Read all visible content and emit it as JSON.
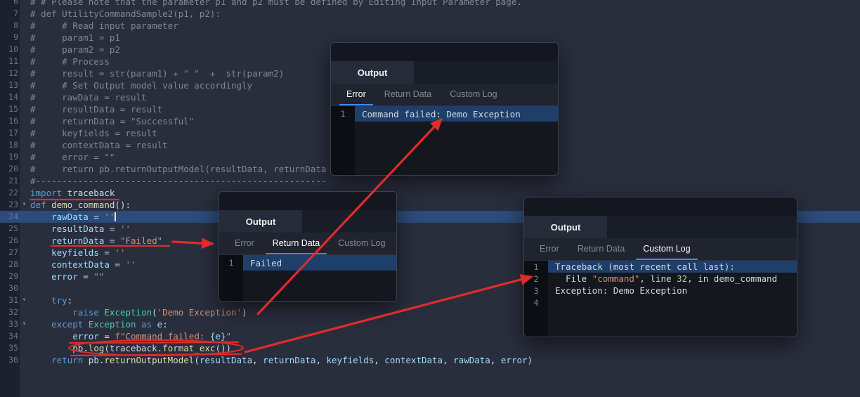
{
  "colors": {
    "annotation_red": "#e02b2b",
    "active_tab_underline": "#3f8cff",
    "current_line_highlight": "#2b4b7a",
    "selected_row_highlight": "#1f3f6b"
  },
  "editor": {
    "lines": [
      {
        "num": 6,
        "tokens": [
          {
            "t": "# # Please note that the parameter p1 and p2 must be defined by Editing Input Parameter page.",
            "c": "com"
          }
        ]
      },
      {
        "num": 7,
        "tokens": [
          {
            "t": "# def UtilityCommandSample2(p1, p2):",
            "c": "com"
          }
        ]
      },
      {
        "num": 8,
        "tokens": [
          {
            "t": "#     # Read input parameter",
            "c": "com"
          }
        ]
      },
      {
        "num": 9,
        "tokens": [
          {
            "t": "#     param1 = p1",
            "c": "com"
          }
        ]
      },
      {
        "num": 10,
        "tokens": [
          {
            "t": "#     param2 = p2",
            "c": "com"
          }
        ]
      },
      {
        "num": 11,
        "tokens": [
          {
            "t": "#     # Process",
            "c": "com"
          }
        ]
      },
      {
        "num": 12,
        "tokens": [
          {
            "t": "#     result = str(param1) + \" \"  +  str(param2)",
            "c": "com"
          }
        ]
      },
      {
        "num": 13,
        "tokens": [
          {
            "t": "#     # Set Output model value accordingly",
            "c": "com"
          }
        ]
      },
      {
        "num": 14,
        "tokens": [
          {
            "t": "#     rawData = result",
            "c": "com"
          }
        ]
      },
      {
        "num": 15,
        "tokens": [
          {
            "t": "#     resultData = result",
            "c": "com"
          }
        ]
      },
      {
        "num": 16,
        "tokens": [
          {
            "t": "#     returnData = \"Successful\"",
            "c": "com"
          }
        ]
      },
      {
        "num": 17,
        "tokens": [
          {
            "t": "#     keyfields = result",
            "c": "com"
          }
        ]
      },
      {
        "num": 18,
        "tokens": [
          {
            "t": "#     contextData = result",
            "c": "com"
          }
        ]
      },
      {
        "num": 19,
        "tokens": [
          {
            "t": "#     error = \"\"",
            "c": "com"
          }
        ]
      },
      {
        "num": 20,
        "tokens": [
          {
            "t": "#     return pb.returnOutputModel(resultData, returnData",
            "c": "com"
          }
        ]
      },
      {
        "num": 21,
        "tokens": [
          {
            "t": "#-------------------------------------------------------",
            "c": "com"
          }
        ]
      },
      {
        "num": 22,
        "tokens": [
          {
            "t": "import",
            "c": "kw"
          },
          {
            "t": " traceback",
            "c": "p"
          }
        ]
      },
      {
        "num": 23,
        "fold": true,
        "tokens": [
          {
            "t": "def",
            "c": "kw"
          },
          {
            "t": " ",
            "c": "p"
          },
          {
            "t": "demo_command",
            "c": "fn"
          },
          {
            "t": "():",
            "c": "p"
          }
        ]
      },
      {
        "num": 24,
        "current": true,
        "cursor": true,
        "tokens": [
          {
            "t": "    ",
            "c": "p"
          },
          {
            "t": "rawData",
            "c": "var"
          },
          {
            "t": " = ",
            "c": "p"
          },
          {
            "t": "''",
            "c": "str"
          }
        ]
      },
      {
        "num": 25,
        "tokens": [
          {
            "t": "    ",
            "c": "p"
          },
          {
            "t": "resultData",
            "c": "var"
          },
          {
            "t": " = ",
            "c": "p"
          },
          {
            "t": "''",
            "c": "str"
          }
        ]
      },
      {
        "num": 26,
        "tokens": [
          {
            "t": "    ",
            "c": "p"
          },
          {
            "t": "returnData",
            "c": "var"
          },
          {
            "t": " = ",
            "c": "p"
          },
          {
            "t": "\"Failed\"",
            "c": "str"
          }
        ]
      },
      {
        "num": 27,
        "tokens": [
          {
            "t": "    ",
            "c": "p"
          },
          {
            "t": "keyfields",
            "c": "var"
          },
          {
            "t": " = ",
            "c": "p"
          },
          {
            "t": "''",
            "c": "str"
          }
        ]
      },
      {
        "num": 28,
        "tokens": [
          {
            "t": "    ",
            "c": "p"
          },
          {
            "t": "contextData",
            "c": "var"
          },
          {
            "t": " = ",
            "c": "p"
          },
          {
            "t": "''",
            "c": "str"
          }
        ]
      },
      {
        "num": 29,
        "tokens": [
          {
            "t": "    ",
            "c": "p"
          },
          {
            "t": "error",
            "c": "var"
          },
          {
            "t": " = ",
            "c": "p"
          },
          {
            "t": "\"\"",
            "c": "str"
          }
        ]
      },
      {
        "num": 30,
        "tokens": []
      },
      {
        "num": 31,
        "fold": true,
        "tokens": [
          {
            "t": "    ",
            "c": "p"
          },
          {
            "t": "try",
            "c": "kw"
          },
          {
            "t": ":",
            "c": "p"
          }
        ]
      },
      {
        "num": 32,
        "tokens": [
          {
            "t": "        ",
            "c": "p"
          },
          {
            "t": "raise",
            "c": "kw"
          },
          {
            "t": " ",
            "c": "p"
          },
          {
            "t": "Exception",
            "c": "cls"
          },
          {
            "t": "(",
            "c": "p"
          },
          {
            "t": "'Demo Exception'",
            "c": "str"
          },
          {
            "t": ")",
            "c": "p"
          }
        ]
      },
      {
        "num": 33,
        "fold": true,
        "tokens": [
          {
            "t": "    ",
            "c": "p"
          },
          {
            "t": "except",
            "c": "kw"
          },
          {
            "t": " ",
            "c": "p"
          },
          {
            "t": "Exception",
            "c": "cls"
          },
          {
            "t": " ",
            "c": "p"
          },
          {
            "t": "as",
            "c": "kw"
          },
          {
            "t": " ",
            "c": "p"
          },
          {
            "t": "e",
            "c": "var"
          },
          {
            "t": ":",
            "c": "p"
          }
        ]
      },
      {
        "num": 34,
        "tokens": [
          {
            "t": "        ",
            "c": "p"
          },
          {
            "t": "error",
            "c": "var"
          },
          {
            "t": " = ",
            "c": "p"
          },
          {
            "t": "f\"Command failed: ",
            "c": "str"
          },
          {
            "t": "{e}",
            "c": "var"
          },
          {
            "t": "\"",
            "c": "str"
          }
        ]
      },
      {
        "num": 35,
        "tokens": [
          {
            "t": "        ",
            "c": "p"
          },
          {
            "t": "pb.",
            "c": "p"
          },
          {
            "t": "log",
            "c": "fn"
          },
          {
            "t": "(traceback.",
            "c": "p"
          },
          {
            "t": "format_exc",
            "c": "fn"
          },
          {
            "t": "())",
            "c": "p"
          }
        ]
      },
      {
        "num": 36,
        "tokens": [
          {
            "t": "    ",
            "c": "p"
          },
          {
            "t": "return",
            "c": "kw"
          },
          {
            "t": " pb.",
            "c": "p"
          },
          {
            "t": "returnOutputModel",
            "c": "fn"
          },
          {
            "t": "(",
            "c": "p"
          },
          {
            "t": "resultData",
            "c": "var"
          },
          {
            "t": ", ",
            "c": "p"
          },
          {
            "t": "returnData",
            "c": "var"
          },
          {
            "t": ", ",
            "c": "p"
          },
          {
            "t": "keyfields",
            "c": "var"
          },
          {
            "t": ", ",
            "c": "p"
          },
          {
            "t": "contextData",
            "c": "var"
          },
          {
            "t": ", ",
            "c": "p"
          },
          {
            "t": "rawData",
            "c": "var"
          },
          {
            "t": ", ",
            "c": "p"
          },
          {
            "t": "error",
            "c": "var"
          },
          {
            "t": ")",
            "c": "p"
          }
        ]
      }
    ]
  },
  "panels": [
    {
      "title": "Output",
      "tabs": [
        "Error",
        "Return Data",
        "Custom Log"
      ],
      "active_tab": "Error",
      "rows": [
        {
          "num": 1,
          "highlight": true,
          "tokens": [
            {
              "t": "Command failed: Demo Exception",
              "c": "p"
            }
          ]
        }
      ]
    },
    {
      "title": "Output",
      "tabs": [
        "Error",
        "Return Data",
        "Custom Log"
      ],
      "active_tab": "Return Data",
      "rows": [
        {
          "num": 1,
          "highlight": true,
          "tokens": [
            {
              "t": "Failed",
              "c": "p"
            }
          ]
        }
      ]
    },
    {
      "title": "Output",
      "tabs": [
        "Error",
        "Return Data",
        "Custom Log"
      ],
      "active_tab": "Custom Log",
      "rows": [
        {
          "num": 1,
          "highlight": true,
          "tokens": [
            {
              "t": "Traceback (most recent call last):",
              "c": "p"
            }
          ]
        },
        {
          "num": 2,
          "tokens": [
            {
              "t": "  File ",
              "c": "p"
            },
            {
              "t": "\"command\"",
              "c": "str"
            },
            {
              "t": ", line ",
              "c": "p"
            },
            {
              "t": "32",
              "c": "num"
            },
            {
              "t": ", in demo_command",
              "c": "p"
            }
          ]
        },
        {
          "num": 3,
          "tokens": [
            {
              "t": "Exception: Demo Exception",
              "c": "p"
            }
          ]
        },
        {
          "num": 4,
          "tokens": []
        }
      ]
    }
  ],
  "annotations": {
    "color": "#e02b2b",
    "marks": [
      {
        "type": "underline",
        "target": "import traceback"
      },
      {
        "type": "underline",
        "target": "returnData = \"Failed\""
      },
      {
        "type": "arrow",
        "from": "returnData = \"Failed\"",
        "to": "Return Data output panel"
      },
      {
        "type": "underline",
        "target": "error = f\"Command failed: {e}\""
      },
      {
        "type": "arrow",
        "from": "except block",
        "to": "Error output panel"
      },
      {
        "type": "ellipse",
        "target": "pb.log(traceback.format_exc())"
      },
      {
        "type": "arrow",
        "from": "pb.log(traceback.format_exc())",
        "to": "Custom Log output panel"
      }
    ]
  }
}
